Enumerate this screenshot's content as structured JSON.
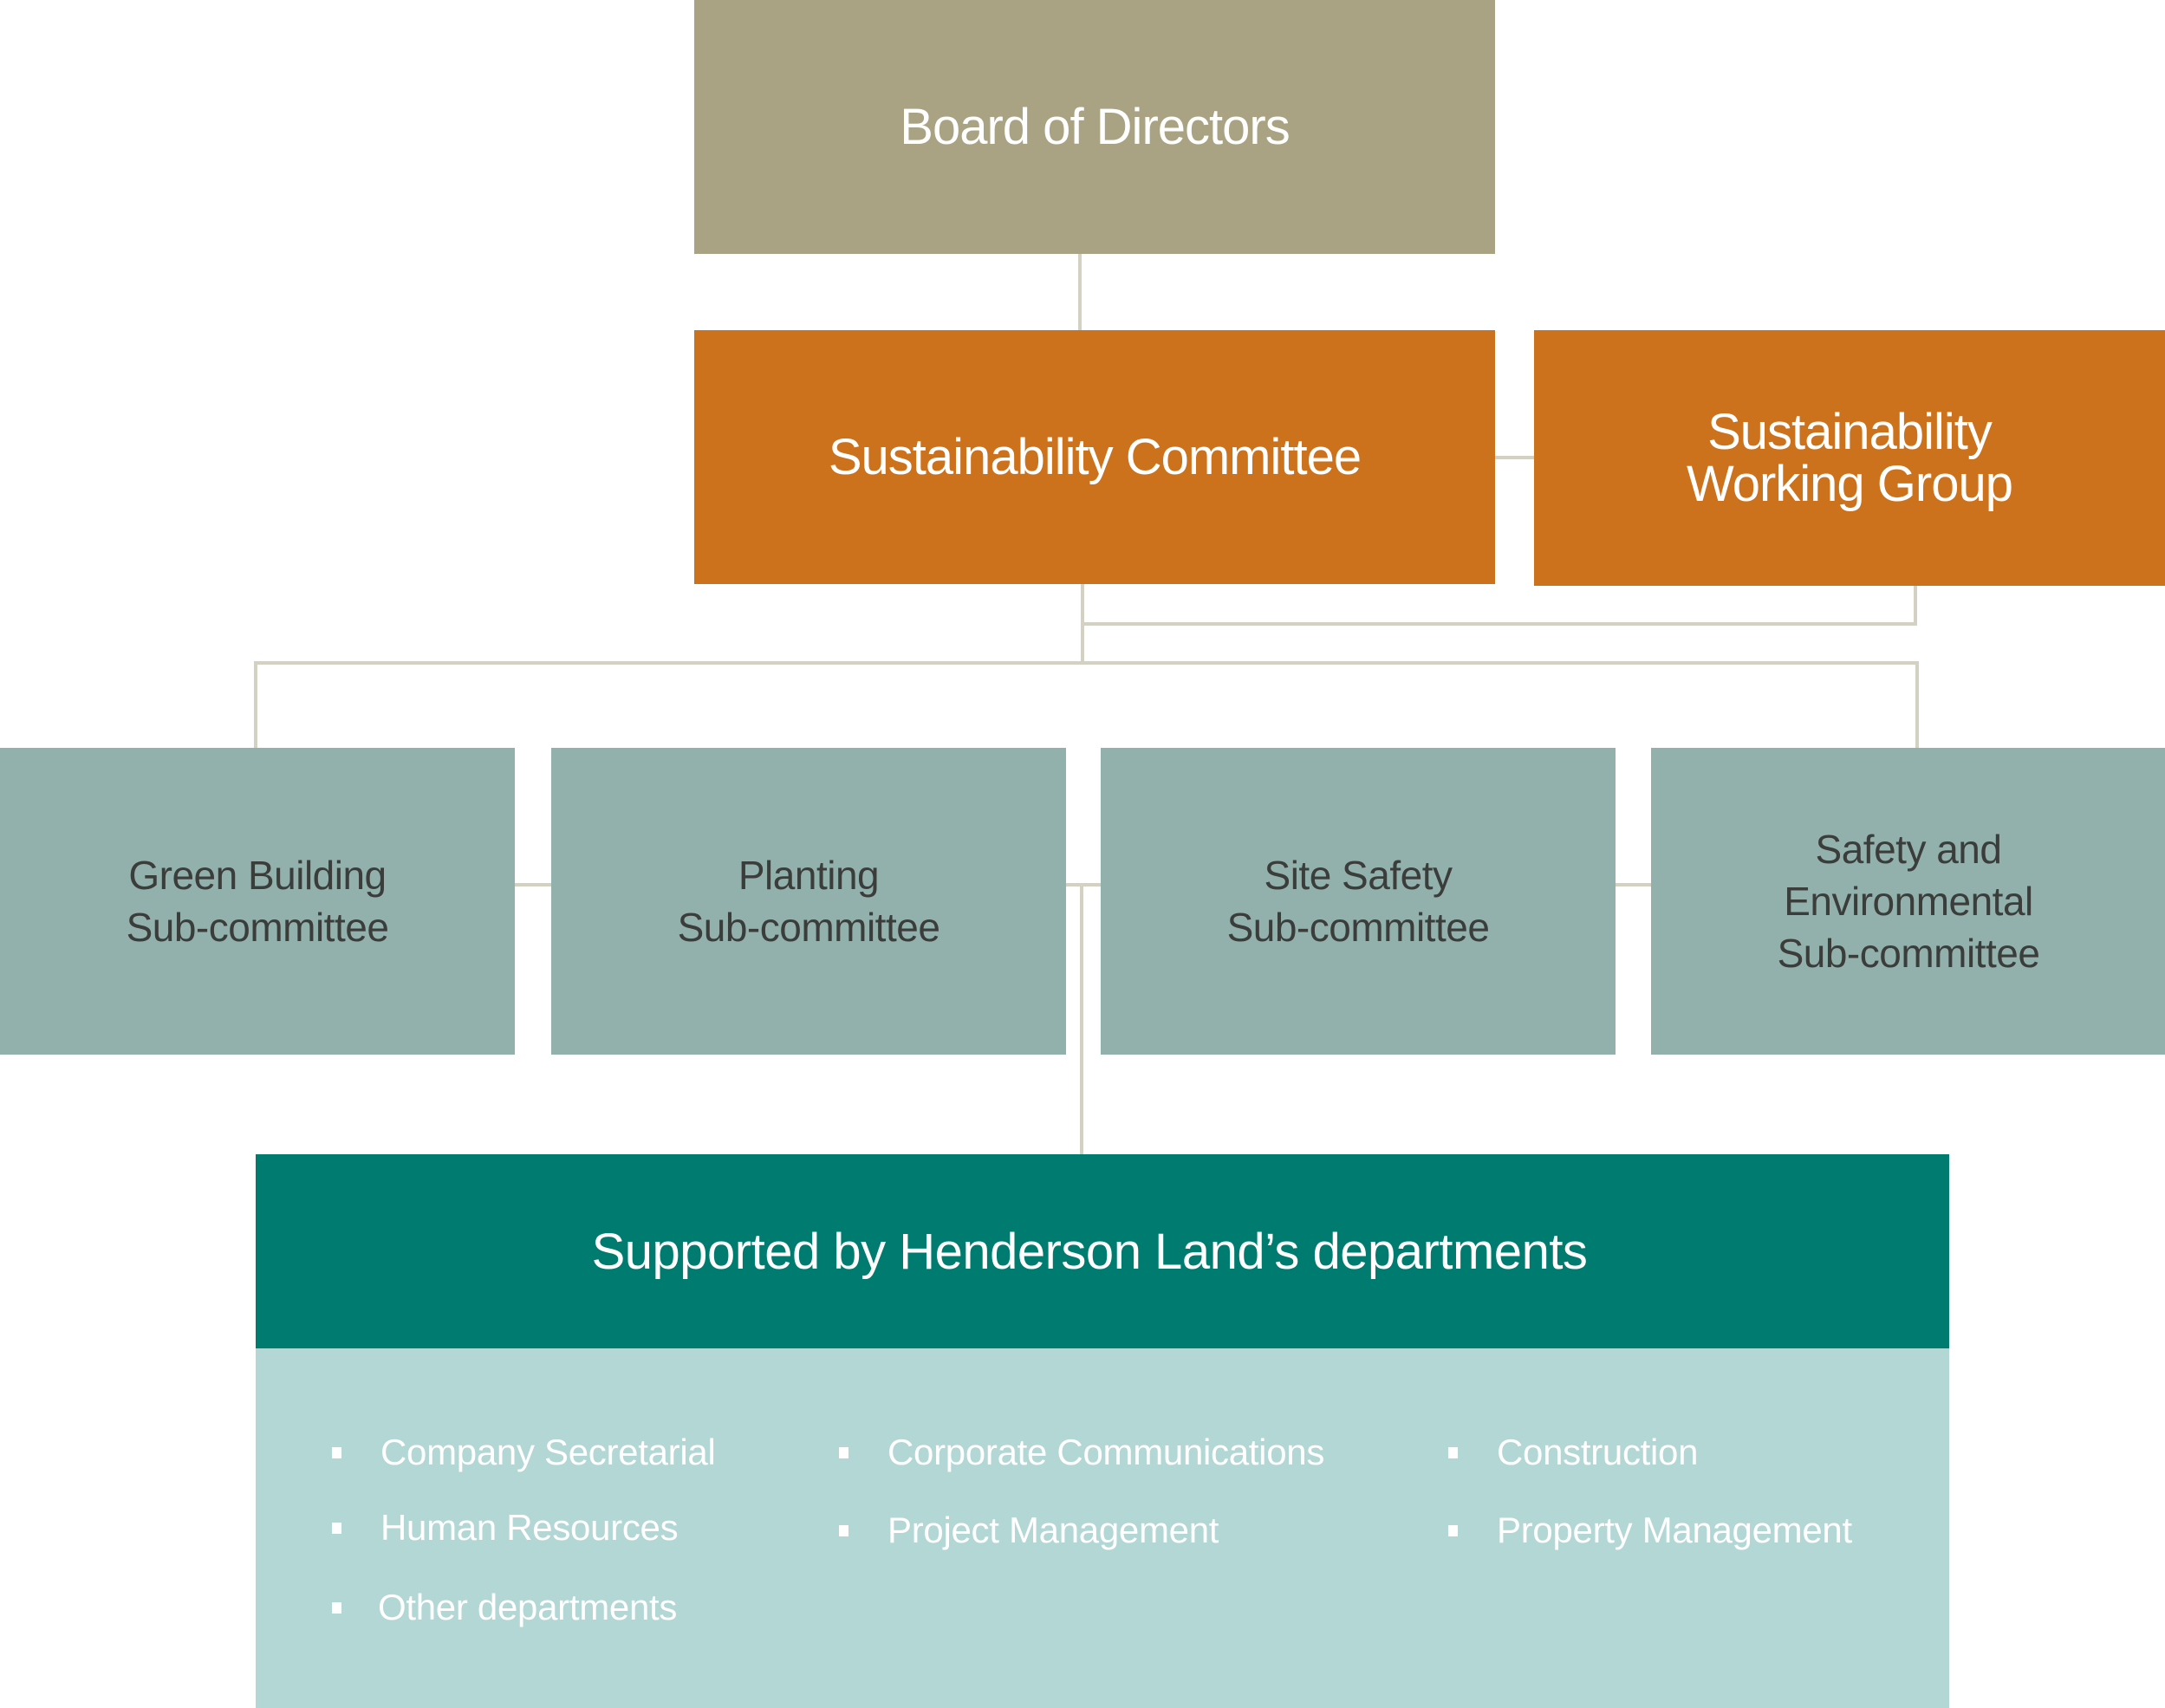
{
  "diagram": {
    "type": "org-chart",
    "board": {
      "label": "Board of Directors"
    },
    "committee": {
      "label": "Sustainability Committee"
    },
    "working_group": {
      "label": "Sustainability\nWorking Group"
    },
    "sub_committees": [
      {
        "label": "Green Building\nSub-committee"
      },
      {
        "label": "Planting\nSub-committee"
      },
      {
        "label": "Site Safety\nSub-committee"
      },
      {
        "label": "Safety and\nEnvironmental\nSub-committee"
      }
    ],
    "departments": {
      "title": "Supported by Henderson Land’s departments",
      "items": [
        "Company Secretarial",
        "Human Resources",
        "Other departments",
        "Corporate Communications",
        "Project Management",
        "Construction",
        "Property Management"
      ]
    },
    "colors": {
      "board": "#a9a383",
      "committee": "#cc711c",
      "sub_committee": "#93b1ac",
      "dept_header": "#007b70",
      "dept_body": "#b2d7d5",
      "connector": "#d3d1c2"
    }
  }
}
